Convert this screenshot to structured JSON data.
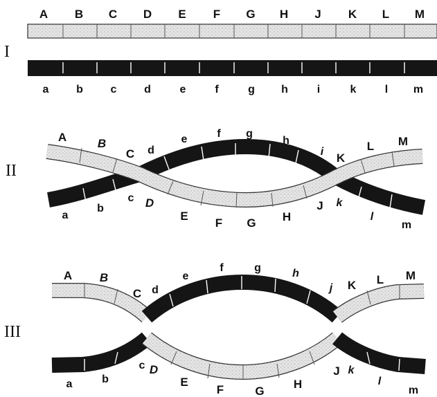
{
  "colors": {
    "light_chromosome": "#dedede",
    "dark_chromosome": "#151515",
    "outline": "#222222"
  },
  "panels": [
    {
      "roman": "I"
    },
    {
      "roman": "II"
    },
    {
      "roman": "III"
    }
  ],
  "light_labels": [
    "A",
    "B",
    "C",
    "D",
    "E",
    "F",
    "G",
    "H",
    "J",
    "K",
    "L",
    "M"
  ],
  "dark_labels": [
    "a",
    "b",
    "c",
    "d",
    "e",
    "f",
    "g",
    "h",
    "i",
    "k",
    "l",
    "m"
  ],
  "panel2": {
    "top_labels": [
      "A",
      "B",
      "C",
      "d",
      "e",
      "f",
      "g",
      "h",
      "i",
      "K",
      "L",
      "M"
    ],
    "bottom_labels": [
      "a",
      "b",
      "c",
      "D",
      "E",
      "F",
      "G",
      "H",
      "J",
      "k",
      "l",
      "m"
    ]
  },
  "panel3": {
    "top_labels": [
      "A",
      "B",
      "C",
      "d",
      "e",
      "f",
      "g",
      "h",
      "j",
      "K",
      "L",
      "M"
    ],
    "bottom_labels": [
      "a",
      "b",
      "c",
      "D",
      "E",
      "F",
      "G",
      "H",
      "J",
      "k",
      "l",
      "m"
    ]
  }
}
